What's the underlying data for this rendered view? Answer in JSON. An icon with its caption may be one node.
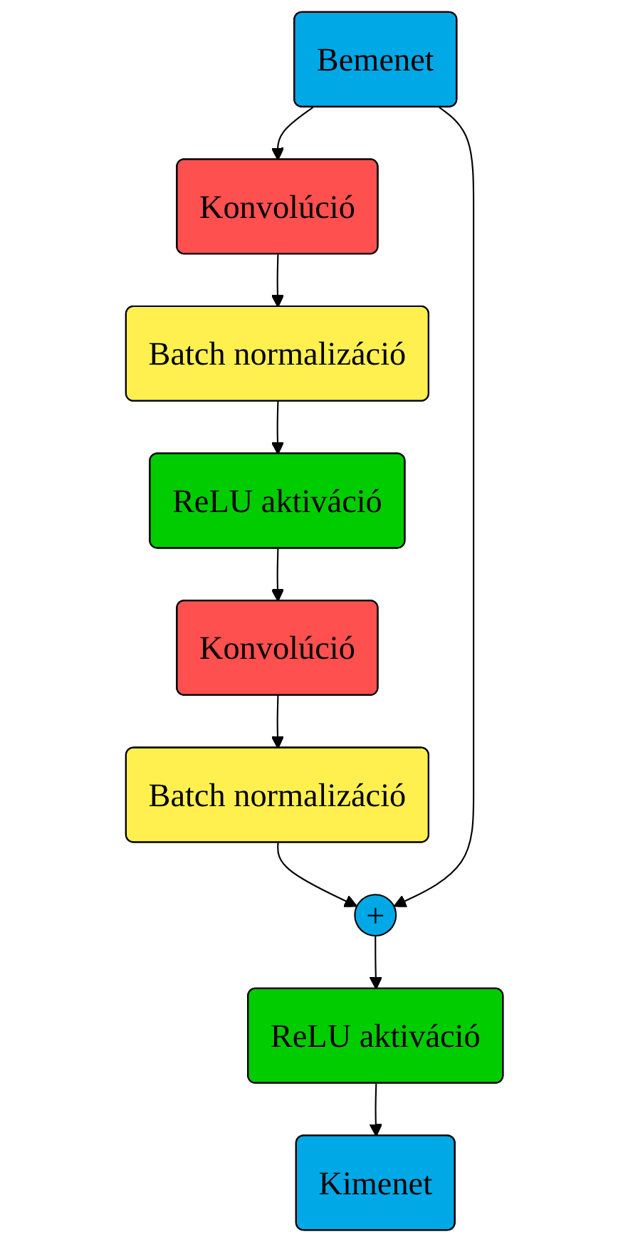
{
  "diagram": {
    "nodes": [
      {
        "text": [
          "Bemenet"
        ]
      },
      {
        "text": [
          "Konvolúció"
        ]
      },
      {
        "text": [
          "Batch normalizáció"
        ]
      },
      {
        "text": [
          "ReLU aktiváció"
        ]
      },
      {
        "text": [
          "Konvolúció"
        ]
      },
      {
        "text": [
          "Batch normalizáció"
        ]
      },
      {
        "text": [
          "+"
        ]
      },
      {
        "text": [
          "ReLU aktiváció"
        ]
      },
      {
        "text": [
          "Kimenet"
        ]
      }
    ],
    "edges": [
      {
        "from": 0,
        "to": 1,
        "arrow": "to"
      },
      {
        "from": 1,
        "to": 2,
        "arrow": "to"
      },
      {
        "from": 2,
        "to": 3,
        "arrow": "to"
      },
      {
        "from": 3,
        "to": 4,
        "arrow": "to"
      },
      {
        "from": 4,
        "to": 5,
        "arrow": "to"
      },
      {
        "from": 5,
        "to": 6,
        "arrow": "to"
      },
      {
        "from": 0,
        "to": 6,
        "arrow": "to"
      },
      {
        "from": 6,
        "to": 7,
        "arrow": "to"
      },
      {
        "from": 7,
        "to": 8,
        "arrow": "to"
      }
    ]
  }
}
